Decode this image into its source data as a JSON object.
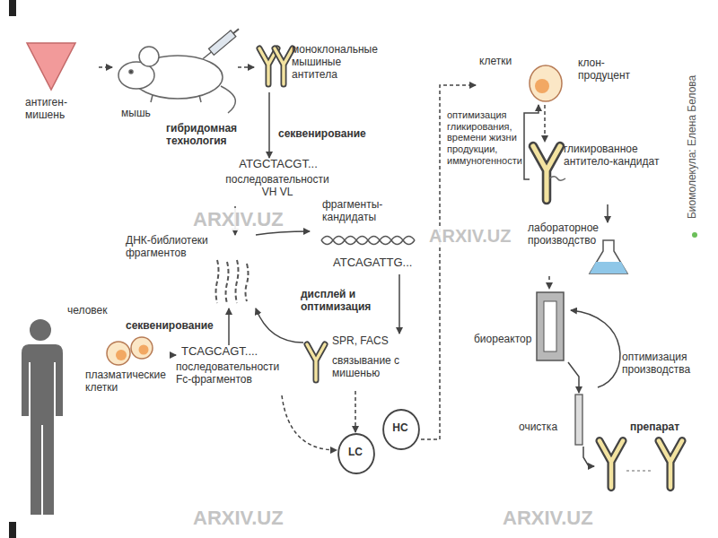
{
  "diagram": {
    "nodes": [
      {
        "text": [
          "антиген- мишень"
        ]
      },
      {
        "text": [
          "мышь"
        ]
      },
      {
        "text": [
          "моноклональные мышиные антитела"
        ]
      },
      {
        "text": [
          "ATGCTACGT...",
          "последовательности VH VL"
        ]
      },
      {
        "text": [
          "ДНК-библиотеки фрагментов"
        ]
      },
      {
        "text": [
          "фрагменты- кандидаты",
          "ATCAGATTG..."
        ]
      },
      {
        "text": [
          "SPR, FACS",
          "связывание с мишенью"
        ]
      },
      {
        "text": [
          "человек"
        ]
      },
      {
        "text": [
          "плазматические клетки"
        ]
      },
      {
        "text": [
          "TCAGCAGT....",
          "последовательности Fc-фрагментов"
        ]
      },
      {
        "text": [
          "LC"
        ]
      },
      {
        "text": [
          "HC"
        ]
      },
      {
        "text": [
          "клетки",
          "клон- продуцент"
        ]
      },
      {
        "text": [
          "гликированное антитело-кандидат"
        ]
      },
      {
        "text": [
          "лабораторное производство"
        ]
      },
      {
        "text": [
          "биореактор"
        ]
      },
      {
        "text": [
          "очистка"
        ]
      },
      {
        "text": [
          "препарат"
        ]
      }
    ],
    "edges": [
      {
        "from": 0,
        "to": 1,
        "arrow": "to"
      },
      {
        "from": 1,
        "to": 2,
        "arrow": "to"
      },
      {
        "from": 2,
        "to": 3,
        "label": "секвенирование",
        "arrow": "to"
      },
      {
        "from": 3,
        "to": 4,
        "arrow": "to"
      },
      {
        "from": 4,
        "to": 5,
        "arrow": "to"
      },
      {
        "from": 5,
        "to": 6,
        "label": "дисплей и оптимизация",
        "arrow": "to"
      },
      {
        "from": 6,
        "to": 4,
        "arrow": "to"
      },
      {
        "from": 8,
        "to": 9,
        "label": "секвенирование",
        "arrow": "to"
      },
      {
        "from": 9,
        "to": 4,
        "arrow": "to"
      },
      {
        "from": 9,
        "to": 10,
        "arrow": "to"
      },
      {
        "from": 6,
        "to": 10,
        "arrow": "to"
      },
      {
        "from": 11,
        "to": 12,
        "arrow": "to"
      },
      {
        "from": 12,
        "to": 13,
        "arrow": "to"
      },
      {
        "from": 13,
        "to": 12,
        "label": "оптимизация гликирования, времени жизни продукции, иммуногенности",
        "arrow": "to"
      },
      {
        "from": 13,
        "to": 14,
        "arrow": "to"
      },
      {
        "from": 14,
        "to": 15,
        "arrow": "to"
      },
      {
        "from": 15,
        "to": 16,
        "arrow": "to"
      },
      {
        "from": 16,
        "to": 17,
        "arrow": "to"
      }
    ],
    "labels": [
      "гибридомная технология",
      "ARXIV.UZ",
      "ARXIV.UZ",
      "ARXIV.UZ",
      "ARXIV.UZ",
      "Биомолекула: Елена Белова",
      "оптимизация производства"
    ]
  }
}
